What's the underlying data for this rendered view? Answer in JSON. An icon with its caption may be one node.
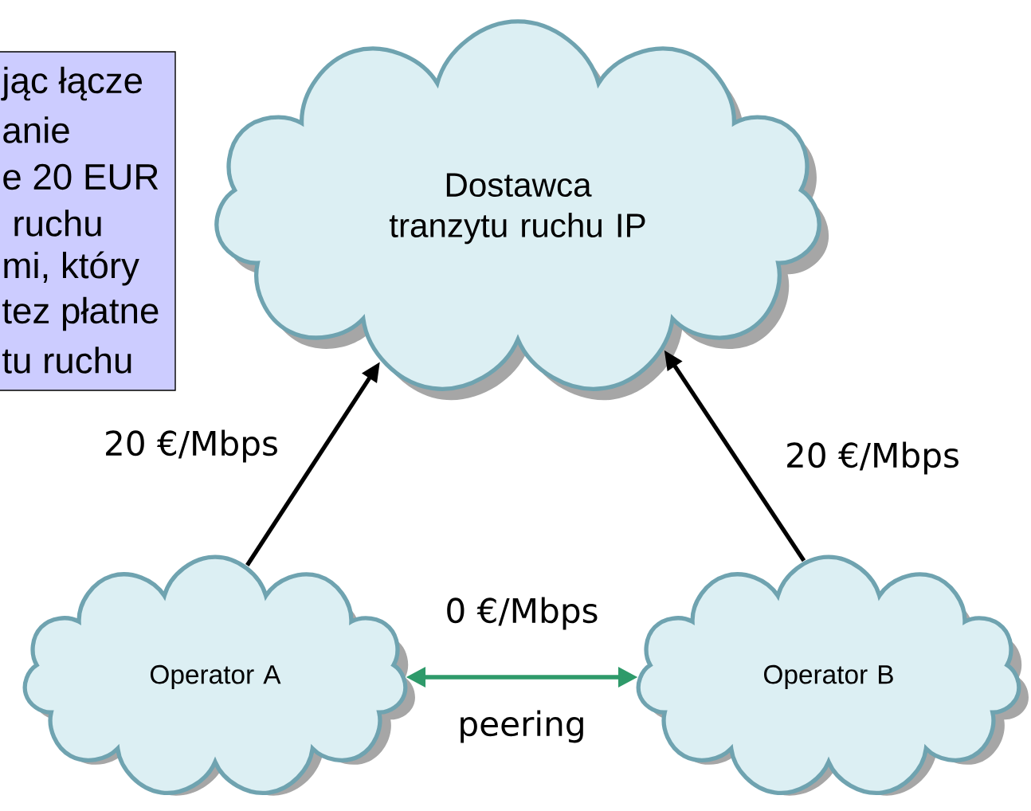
{
  "diagram": {
    "nodes": [
      {
        "text": [
          "jąc łącze",
          "anie",
          "e 20 EUR",
          "ruchu",
          "mi, który",
          "tez płatne",
          "tu ruchu"
        ]
      },
      {
        "text": [
          "Dostawca tranzytu ruchu IP"
        ]
      },
      {
        "text": [
          "Operator A"
        ]
      },
      {
        "text": [
          "Operator B"
        ]
      }
    ],
    "edges": [
      {
        "from": 2,
        "to": 1,
        "arrow": "to",
        "label": "20 €/Mbps"
      },
      {
        "from": 3,
        "to": 1,
        "arrow": "to",
        "label": "20 €/Mbps"
      },
      {
        "from": 2,
        "to": 3,
        "arrow": "both",
        "label": "peering",
        "color": "#2e9a6a"
      }
    ],
    "labels": [
      "0 €/Mbps"
    ]
  }
}
